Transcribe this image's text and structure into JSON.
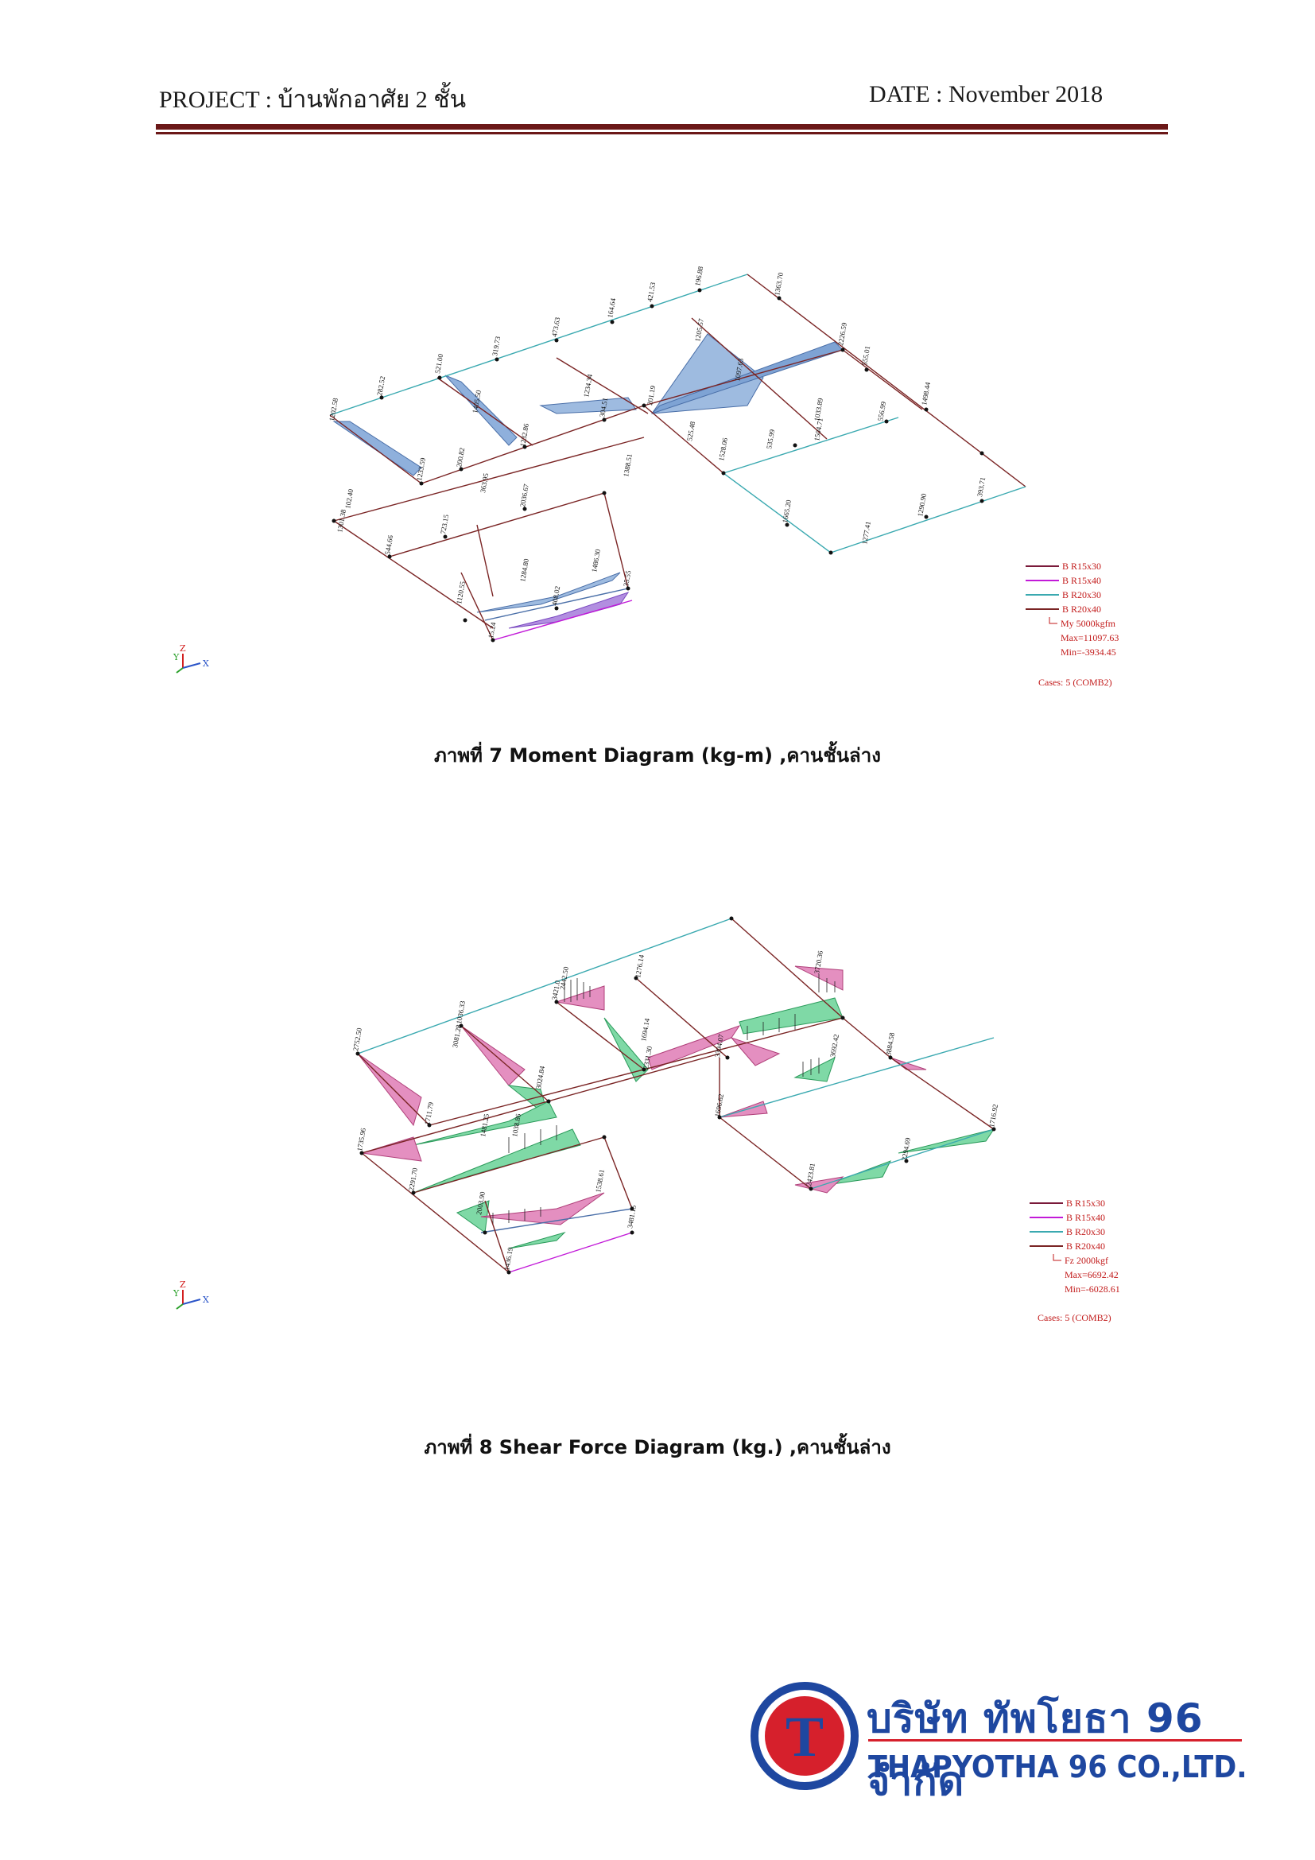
{
  "header": {
    "project_label": "PROJECT :  บ้านพักอาศัย 2 ชั้น",
    "date_label": "DATE : November 2018"
  },
  "figure7": {
    "caption": "ภาพที่  7 Moment Diagram (kg-m)  ,คานชั้นล่าง",
    "legend": {
      "items": [
        "B R15x30",
        "B R15x40",
        "B R20x30",
        "B R20x40"
      ],
      "item_colors": [
        "#7a1a3a",
        "#c21ad8",
        "#3aa9b0",
        "#7a2424"
      ],
      "quantity": "My  5000kgfm",
      "max": "Max=11097.63",
      "min": "Min=-3934.45",
      "cases": "Cases: 5 (COMB2)"
    },
    "labels": [
      "282.52",
      "521.00",
      "319.73",
      "473.63",
      "164.64",
      "421.53",
      "196.88",
      "1363.70",
      "2226.59",
      "555.01",
      "1498.44",
      "1202.58",
      "1405.50",
      "1232.86",
      "1234.34",
      "1205.57",
      "1097.63",
      "304.51",
      "201.19",
      "1233.59",
      "200.82",
      "363.95",
      "2036.67",
      "1388.51",
      "525.48",
      "1528.06",
      "535.99",
      "556.99",
      "1033.89",
      "1504.71",
      "102.40",
      "1301.38",
      "544.66",
      "723.15",
      "1120.55",
      "1284.80",
      "408.02",
      "1486.30",
      "35.55",
      "15.24",
      "1665.20",
      "1277.41",
      "1290.90",
      "393.71"
    ],
    "axis": {
      "y": "Y",
      "z": "Z",
      "x": "X"
    }
  },
  "figure8": {
    "caption": "ภาพที่  8  Shear Force Diagram (kg.)  ,คานชั้นล่าง",
    "legend": {
      "items": [
        "B R15x30",
        "B R15x40",
        "B R20x30",
        "B R20x40"
      ],
      "item_colors": [
        "#7a1a3a",
        "#c21ad8",
        "#3aa9b0",
        "#7a2424"
      ],
      "quantity": "Fz  2000kgf",
      "max": "Max=6692.42",
      "min": "Min=-6028.61",
      "cases": "Cases: 5 (COMB2)"
    },
    "labels": [
      "2752.50",
      "1036.33",
      "3081.28",
      "3421.0",
      "2442.50",
      "1276.14",
      "3720.36",
      "2331.30",
      "1694.14",
      "3692.42",
      "3884.58",
      "3024.84",
      "3394.07",
      "1696.62",
      "1711.79",
      "1481.25",
      "1038.86",
      "1735.96",
      "2291.70",
      "2423.81",
      "2294.69",
      "1716.92",
      "2003.90",
      "1538.61",
      "1436.19",
      "3481.15"
    ],
    "axis": {
      "y": "Y",
      "z": "Z",
      "x": "X"
    }
  },
  "company": {
    "name_th": "บริษัท ทัพโยธา 96 จำกัด",
    "name_en": "THAPYOTHA 96 CO.,LTD.",
    "logo_letter": "T"
  }
}
